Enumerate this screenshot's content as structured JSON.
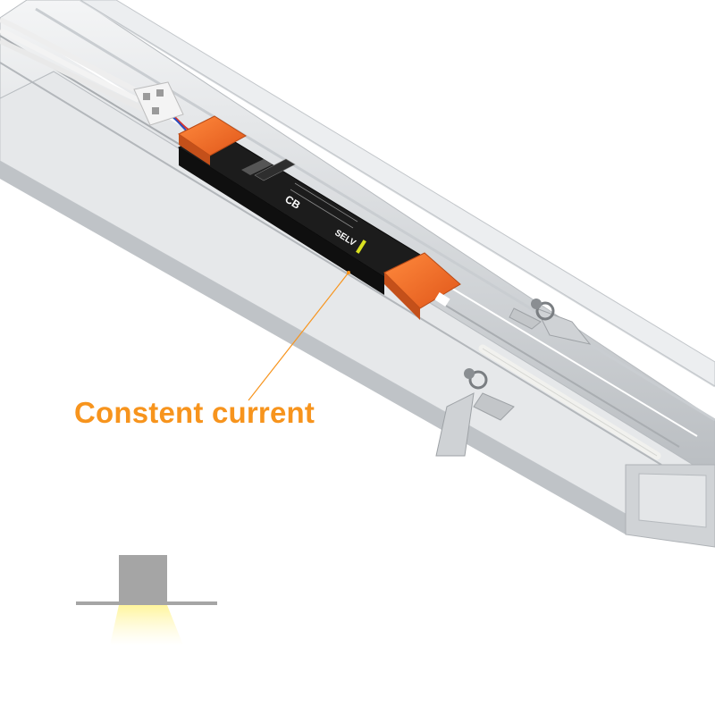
{
  "callout": {
    "label": "Constent current"
  },
  "driver": {
    "cert_mark": "CB",
    "selv_mark": "SELV"
  },
  "colors": {
    "accent": "#f7941d",
    "terminal_orange": "#f26b2a",
    "driver_body": "#1c1c1c",
    "aluminum": "#d9dcde",
    "light_glow": "#fff3a0",
    "icon_gray": "#a5a5a5"
  },
  "icons": {
    "install_diagram": "recessed-mount-icon"
  }
}
